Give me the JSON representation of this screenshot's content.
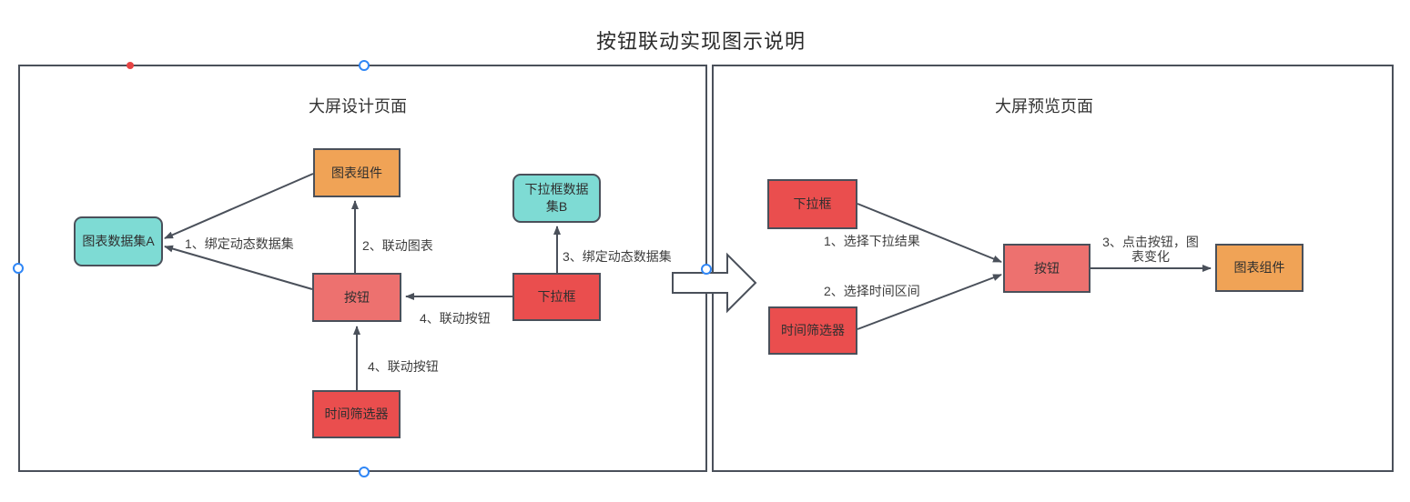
{
  "title": "按钮联动实现图示说明",
  "left_panel": {
    "title": "大屏设计页面",
    "nodes": {
      "chart_component": "图表组件",
      "chart_dataset_a": "图表数据集A",
      "dropdown_dataset_b": "下拉框数据集B",
      "button": "按钮",
      "dropdown": "下拉框",
      "time_filter": "时间筛选器"
    },
    "edge_labels": {
      "bind_dynamic_dataset_a": "1、绑定动态数据集",
      "link_chart": "2、联动图表",
      "bind_dynamic_dataset_b": "3、绑定动态数据集",
      "link_button_from_dropdown": "4、联动按钮",
      "link_button_from_time": "4、联动按钮"
    }
  },
  "right_panel": {
    "title": "大屏预览页面",
    "nodes": {
      "dropdown": "下拉框",
      "time_filter": "时间筛选器",
      "button": "按钮",
      "chart_component": "图表组件"
    },
    "edge_labels": {
      "select_dropdown_result": "1、选择下拉结果",
      "select_time_range": "2、选择时间区间",
      "click_button_chart_change": "3、点击按钮，图表变化"
    }
  },
  "colors": {
    "node_orange": "#f0a356",
    "node_cyan": "#7edbd4",
    "node_red": "#ea4e4e",
    "node_salmon": "#ed716f",
    "border": "#4a505a",
    "handle_blue": "#2f86f6",
    "handle_red": "#e64444"
  }
}
